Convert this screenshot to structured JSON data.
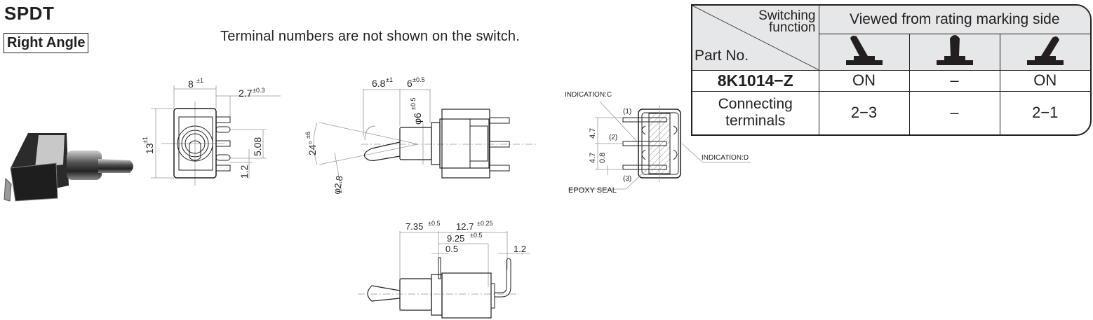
{
  "header": {
    "title": "SPDT",
    "subtitle": "Right Angle",
    "note": "Terminal numbers are not shown on the switch."
  },
  "table": {
    "corner_top": [
      "Switching",
      "function"
    ],
    "corner_bottom": "Part No.",
    "group_header": "Viewed from rating marking side",
    "positions": [
      {
        "icon": "toggle-left-icon"
      },
      {
        "icon": "toggle-center-icon"
      },
      {
        "icon": "toggle-right-icon"
      }
    ],
    "rows": [
      {
        "label": "8K1014−Z",
        "values": [
          "ON",
          "–",
          "ON"
        ]
      },
      {
        "label": "Connecting terminals",
        "label_lines": [
          "Connecting",
          "terminals"
        ],
        "values": [
          "2−3",
          "–",
          "2−1"
        ]
      }
    ]
  },
  "front_view": {
    "width": "8",
    "width_tol": "±1",
    "height": "13",
    "height_tol": "±1",
    "pin_offset": "2.7",
    "pin_offset_tol": "±0.3",
    "pitch": "5.08",
    "pin_width": "1.2"
  },
  "side_view": {
    "lever_len": "6.8",
    "lever_len_tol": "±1",
    "bushing_len": "6",
    "bushing_len_tol": "±0.5",
    "bushing_dia": "φ6",
    "bushing_dia_tol": "±0.5",
    "angle": "24°",
    "angle_tol": "±6",
    "lever_dia": "φ2.8"
  },
  "rear_view": {
    "indication_c": "INDICATION:C",
    "indication_d": "INDICATION:D",
    "epoxy": "EPOXY SEAL",
    "t1": "(1)",
    "t2": "(2)",
    "t3": "(3)",
    "pitch1": "4.7",
    "pitch2": "4.7",
    "pin": "0.8"
  },
  "bottom_view": {
    "d1": "7.35",
    "d1_tol": "±0.5",
    "d2": "12.7",
    "d2_tol": "±0.25",
    "d3": "9.25",
    "d3_tol": "±0.5",
    "d4": "0.5",
    "d5": "1.2"
  }
}
